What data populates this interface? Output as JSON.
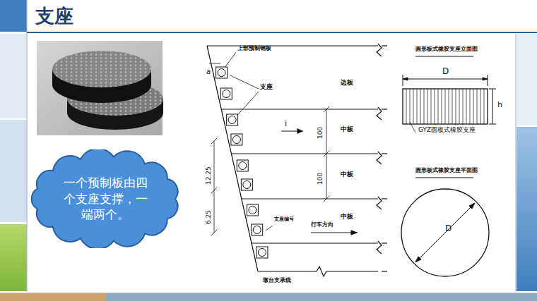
{
  "diagram": {
    "title": "支座",
    "nodes": [
      {
        "text": [
          "一个预制板由四个支座支撑，一端两个。"
        ]
      }
    ],
    "labels": [
      "上部预制钢板",
      "a",
      "支座",
      "边板",
      "i",
      "100",
      "中板",
      "100",
      "中板",
      "12.25",
      "6.25",
      "支座编号",
      "行车方向",
      "中板",
      "墩台支承线",
      "圆形板式橡胶支座立面图",
      "D",
      "h",
      "GYZ圆板式橡胶支座",
      "圆形板式橡胶支座平面图",
      "D"
    ]
  }
}
